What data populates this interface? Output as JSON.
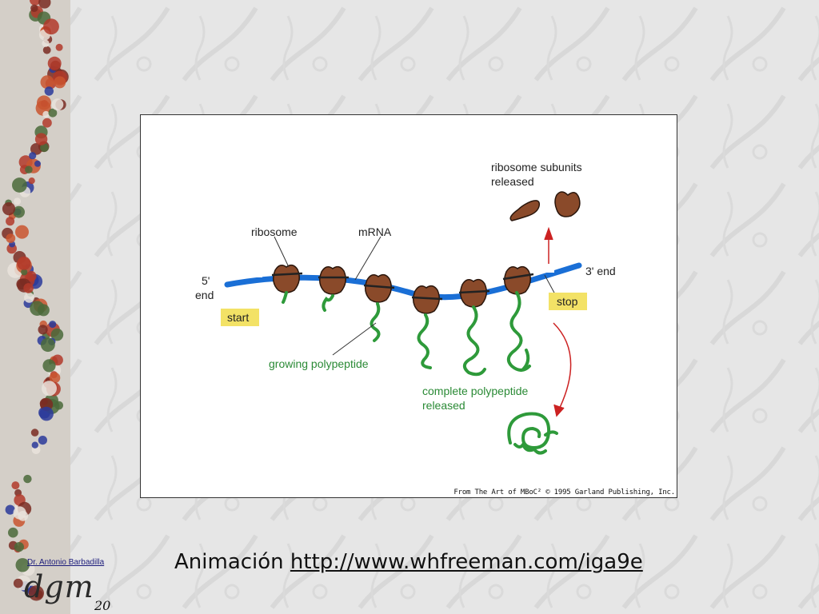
{
  "figure": {
    "labels": {
      "five_prime": "5'",
      "five_prime_end": "end",
      "three_prime_end": "3' end",
      "start": "start",
      "stop": "stop",
      "ribosome": "ribosome",
      "mrna": "mRNA",
      "subunits_line1": "ribosome subunits",
      "subunits_line2": "released",
      "growing": "growing polypeptide",
      "complete_line1": "complete polypeptide",
      "complete_line2": "released"
    },
    "credit": "From The Art of MBoC² © 1995 Garland Publishing, Inc.",
    "colors": {
      "mrna": "#1a6fd6",
      "ribosome": "#8a4a2a",
      "polypeptide": "#2e9a3a",
      "codon_box": "#f3e266",
      "arrow": "#cc2222"
    }
  },
  "footer": {
    "caption": "Animación",
    "link": "http://www.whfreeman.com/iga9e"
  },
  "author": "Dr. Antonio Barbadilla",
  "logo": "dgm",
  "slide_number": "20"
}
